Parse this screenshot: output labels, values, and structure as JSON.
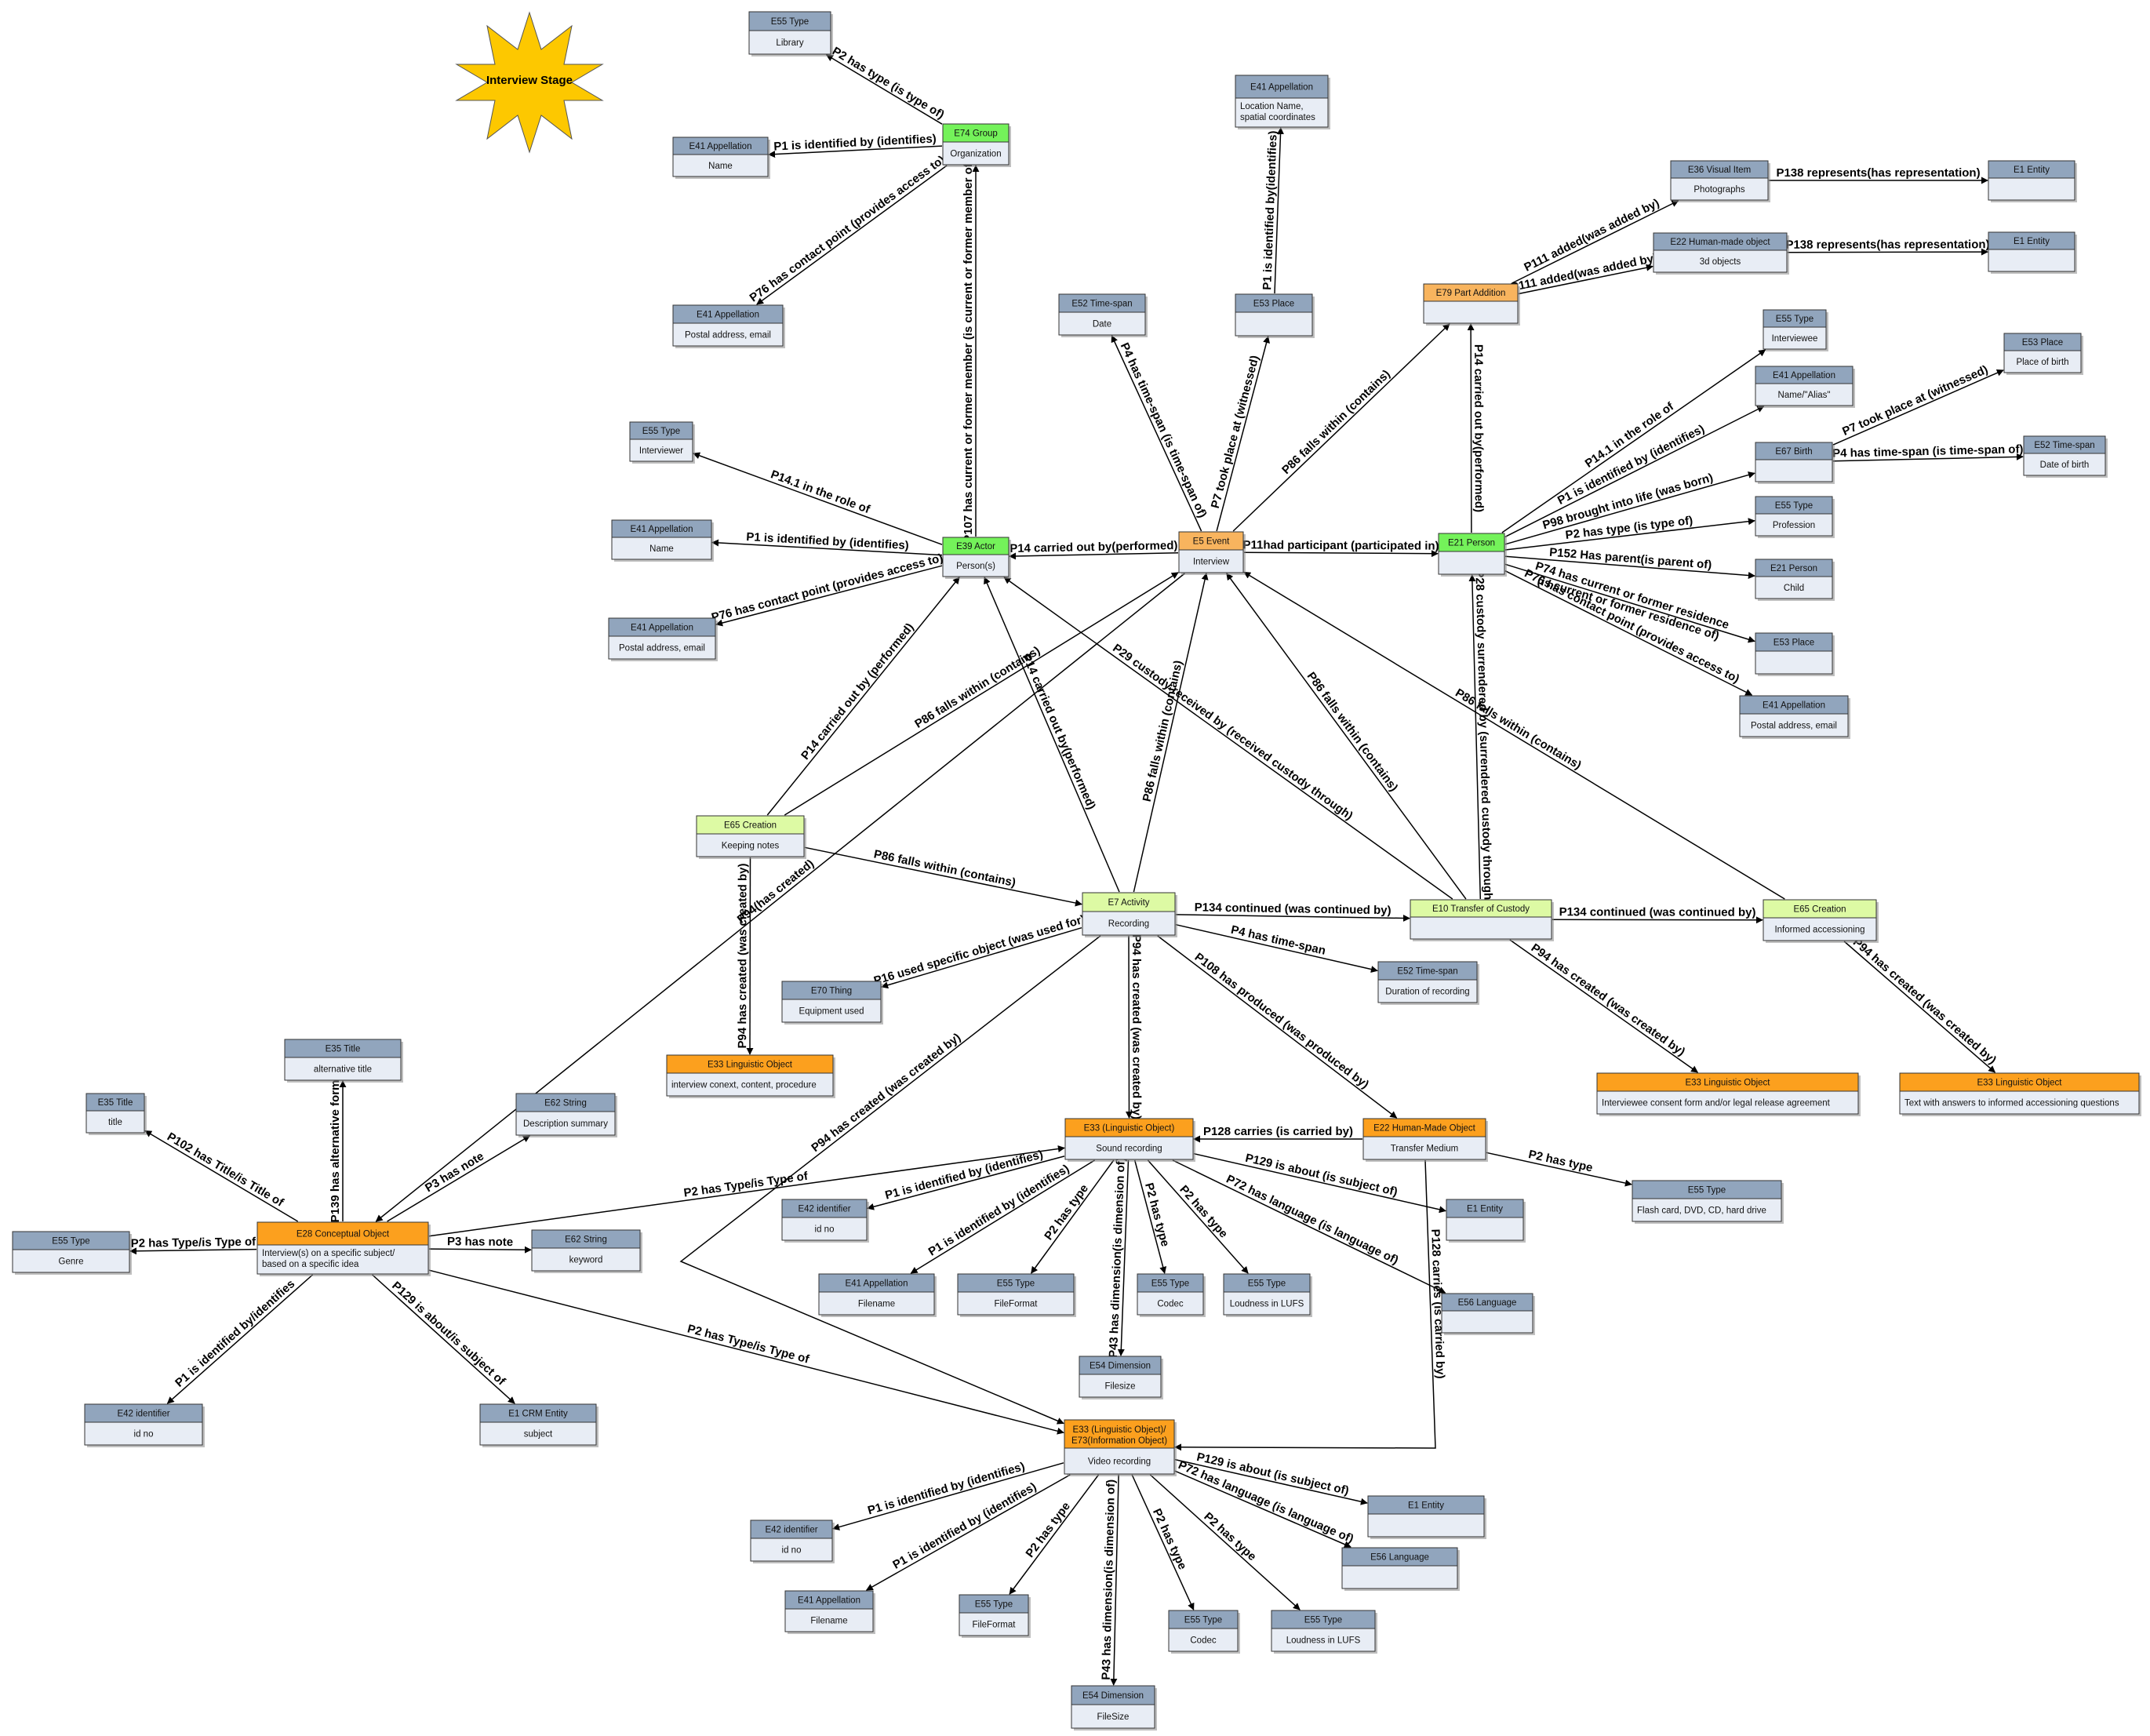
{
  "title": "Interview Stage",
  "colors": {
    "grey": "#91a5bd",
    "green": "#74f25a",
    "lightgreen": "#ddfaa4",
    "orange": "#fca01e",
    "peach": "#f8b45e",
    "body": "#e8edf5",
    "star": "#fdc800"
  },
  "nodes": [
    {
      "id": "type_library",
      "head": "E55 Type",
      "body": [
        "Library"
      ],
      "color": "grey"
    },
    {
      "id": "group",
      "head": "E74 Group",
      "body": [
        "Organization"
      ],
      "color": "green"
    },
    {
      "id": "app_name_g",
      "head": "E41 Appellation",
      "body": [
        "Name"
      ],
      "color": "grey"
    },
    {
      "id": "app_postal_g",
      "head": "E41 Appellation",
      "body": [
        "Postal address, email"
      ],
      "color": "grey"
    },
    {
      "id": "app_location",
      "head": "E41 Appellation",
      "body": [
        "Location Name,",
        "spatial coordinates"
      ],
      "color": "grey"
    },
    {
      "id": "place_e53",
      "head": "E53 Place",
      "body": [
        ""
      ],
      "color": "grey"
    },
    {
      "id": "timespan_date",
      "head": "E52 Time-span",
      "body": [
        "Date"
      ],
      "color": "grey"
    },
    {
      "id": "part_addition",
      "head": "E79 Part Addition",
      "body": [
        ""
      ],
      "color": "peach"
    },
    {
      "id": "visual_item",
      "head": "E36 Visual Item",
      "body": [
        "Photographs"
      ],
      "color": "grey"
    },
    {
      "id": "hmo_3d",
      "head": "E22 Human-made object",
      "body": [
        "3d objects"
      ],
      "color": "grey"
    },
    {
      "id": "entity_1",
      "head": "E1 Entity",
      "body": [
        ""
      ],
      "color": "grey"
    },
    {
      "id": "entity_2",
      "head": "E1 Entity",
      "body": [
        ""
      ],
      "color": "grey"
    },
    {
      "id": "type_interviewer",
      "head": "E55 Type",
      "body": [
        "Interviewer"
      ],
      "color": "grey"
    },
    {
      "id": "app_name_a",
      "head": "E41 Appellation",
      "body": [
        "Name"
      ],
      "color": "grey"
    },
    {
      "id": "app_postal_a",
      "head": "E41 Appellation",
      "body": [
        "Postal address, email"
      ],
      "color": "grey"
    },
    {
      "id": "actor",
      "head": "E39 Actor",
      "body": [
        "Person(s)"
      ],
      "color": "green"
    },
    {
      "id": "event",
      "head": "E5 Event",
      "body": [
        "Interview"
      ],
      "color": "peach"
    },
    {
      "id": "person",
      "head": "E21 Person",
      "body": [
        ""
      ],
      "color": "green"
    },
    {
      "id": "type_interviewee",
      "head": "E55 Type",
      "body": [
        "Interviewee"
      ],
      "color": "grey"
    },
    {
      "id": "app_alias",
      "head": "E41 Appellation",
      "body": [
        "Name/\"Alias\""
      ],
      "color": "grey"
    },
    {
      "id": "birth",
      "head": "E67 Birth",
      "body": [
        ""
      ],
      "color": "grey"
    },
    {
      "id": "place_birth",
      "head": "E53 Place",
      "body": [
        "Place of birth"
      ],
      "color": "grey"
    },
    {
      "id": "timespan_birth",
      "head": "E52 Time-span",
      "body": [
        "Date of birth"
      ],
      "color": "grey"
    },
    {
      "id": "type_profession",
      "head": "E55 Type",
      "body": [
        "Profession"
      ],
      "color": "grey"
    },
    {
      "id": "person_child",
      "head": "E21 Person",
      "body": [
        "Child"
      ],
      "color": "grey"
    },
    {
      "id": "place_res",
      "head": "E53 Place",
      "body": [
        ""
      ],
      "color": "grey"
    },
    {
      "id": "app_postal_p",
      "head": "E41 Appellation",
      "body": [
        "Postal address, email"
      ],
      "color": "grey"
    },
    {
      "id": "creation_notes",
      "head": "E65 Creation",
      "body": [
        "Keeping notes"
      ],
      "color": "lightgreen"
    },
    {
      "id": "activity",
      "head": "E7 Activity",
      "body": [
        "Recording"
      ],
      "color": "lightgreen"
    },
    {
      "id": "transfer",
      "head": "E10 Transfer of Custody",
      "body": [
        ""
      ],
      "color": "lightgreen"
    },
    {
      "id": "creation_informed",
      "head": "E65 Creation",
      "body": [
        "Informed accessioning"
      ],
      "color": "lightgreen"
    },
    {
      "id": "thing",
      "head": "E70 Thing",
      "body": [
        "Equipment used"
      ],
      "color": "grey"
    },
    {
      "id": "timespan_rec",
      "head": "E52 Time-span",
      "body": [
        "Duration of recording"
      ],
      "color": "grey"
    },
    {
      "id": "ling_notes",
      "head": "E33 Linguistic Object",
      "body": [
        "interview conext, content, procedure"
      ],
      "color": "orange"
    },
    {
      "id": "ling_consent",
      "head": "E33 Linguistic Object",
      "body": [
        "Interviewee consent form and/or legal release agreement"
      ],
      "color": "orange"
    },
    {
      "id": "ling_answers",
      "head": "E33 Linguistic Object",
      "body": [
        "Text with answers to informed accessioning questions"
      ],
      "color": "orange"
    },
    {
      "id": "title_alt",
      "head": "E35 Title",
      "body": [
        "alternative title"
      ],
      "color": "grey"
    },
    {
      "id": "title_main",
      "head": "E35 Title",
      "body": [
        "title"
      ],
      "color": "grey"
    },
    {
      "id": "string_desc",
      "head": "E62 String",
      "body": [
        "Description summary"
      ],
      "color": "grey"
    },
    {
      "id": "type_genre",
      "head": "E55 Type",
      "body": [
        "Genre"
      ],
      "color": "grey"
    },
    {
      "id": "conceptual",
      "head": "E28 Conceptual Object",
      "body": [
        "Interview(s) on a specific subject/",
        "based on a specific idea"
      ],
      "color": "orange"
    },
    {
      "id": "string_kw",
      "head": "E62 String",
      "body": [
        "keyword"
      ],
      "color": "grey"
    },
    {
      "id": "id_conc",
      "head": "E42 identifier",
      "body": [
        "id no"
      ],
      "color": "grey"
    },
    {
      "id": "crm_entity",
      "head": "E1 CRM Entity",
      "body": [
        "subject"
      ],
      "color": "grey"
    },
    {
      "id": "sound",
      "head": "E33 (Linguistic Object)",
      "body": [
        "Sound recording"
      ],
      "color": "orange"
    },
    {
      "id": "hmo_medium",
      "head": "E22 Human-Made Object",
      "body": [
        "Transfer Medium"
      ],
      "color": "orange"
    },
    {
      "id": "type_flash",
      "head": "E55 Type",
      "body": [
        "Flash card, DVD, CD, hard drive"
      ],
      "color": "grey"
    },
    {
      "id": "id_sound",
      "head": "E42 identifier",
      "body": [
        "id no"
      ],
      "color": "grey"
    },
    {
      "id": "entity_sound",
      "head": "E1 Entity",
      "body": [
        ""
      ],
      "color": "grey"
    },
    {
      "id": "app_filename_s",
      "head": "E41 Appellation",
      "body": [
        "Filename"
      ],
      "color": "grey"
    },
    {
      "id": "type_format_s",
      "head": "E55 Type",
      "body": [
        "FileFormat"
      ],
      "color": "grey"
    },
    {
      "id": "type_codec_s",
      "head": "E55 Type",
      "body": [
        "Codec"
      ],
      "color": "grey"
    },
    {
      "id": "type_lufs_s",
      "head": "E55 Type",
      "body": [
        "Loudness in LUFS"
      ],
      "color": "grey"
    },
    {
      "id": "lang_sound",
      "head": "E56 Language",
      "body": [
        ""
      ],
      "color": "grey"
    },
    {
      "id": "dim_sound",
      "head": "E54 Dimension",
      "body": [
        "Filesize"
      ],
      "color": "grey"
    },
    {
      "id": "video",
      "head": "E33 (Linguistic Object)/",
      "head2": "E73(Information Object)",
      "body": [
        "Video recording"
      ],
      "color": "orange"
    },
    {
      "id": "id_video",
      "head": "E42 identifier",
      "body": [
        "id no"
      ],
      "color": "grey"
    },
    {
      "id": "entity_video",
      "head": "E1 Entity",
      "body": [
        ""
      ],
      "color": "grey"
    },
    {
      "id": "lang_video",
      "head": "E56 Language",
      "body": [
        ""
      ],
      "color": "grey"
    },
    {
      "id": "app_filename_v",
      "head": "E41 Appellation",
      "body": [
        "Filename"
      ],
      "color": "grey"
    },
    {
      "id": "type_format_v",
      "head": "E55 Type",
      "body": [
        "FileFormat"
      ],
      "color": "grey"
    },
    {
      "id": "type_codec_v",
      "head": "E55 Type",
      "body": [
        "Codec"
      ],
      "color": "grey"
    },
    {
      "id": "type_lufs_v",
      "head": "E55 Type",
      "body": [
        "Loudness in LUFS"
      ],
      "color": "grey"
    },
    {
      "id": "dim_video",
      "head": "E54 Dimension",
      "body": [
        "FileSize"
      ],
      "color": "grey"
    }
  ],
  "edges": [
    {
      "from": "group",
      "to": "type_library",
      "label": "P2 has type (is type of)"
    },
    {
      "from": "group",
      "to": "app_name_g",
      "label": "P1 is identified by (identifies)"
    },
    {
      "from": "group",
      "to": "app_postal_g",
      "label": "P76 has contact point (provides access to)"
    },
    {
      "from": "actor",
      "to": "group",
      "label": "P107 has current or former member (is current or former member of)"
    },
    {
      "from": "actor",
      "to": "type_interviewer",
      "label": "P14.1 in the role of"
    },
    {
      "from": "actor",
      "to": "app_name_a",
      "label": "P1 is identified by (identifies)"
    },
    {
      "from": "actor",
      "to": "app_postal_a",
      "label": "P76 has contact point (provides access to)"
    },
    {
      "from": "event",
      "to": "actor",
      "label": "P14 carried out by(performed)"
    },
    {
      "from": "event",
      "to": "timespan_date",
      "label": "P4 has time-span (is time-span of)"
    },
    {
      "from": "event",
      "to": "place_e53",
      "label": "P7 took place at (witnessed)"
    },
    {
      "from": "place_e53",
      "to": "app_location",
      "label": "P1 is identified by(identifies)"
    },
    {
      "from": "event",
      "to": "part_addition",
      "label": "P86 falls within (contains)"
    },
    {
      "from": "event",
      "to": "person",
      "label": "P11had participant (participated in)"
    },
    {
      "from": "part_addition",
      "to": "visual_item",
      "label": "P111 added(was added by)"
    },
    {
      "from": "part_addition",
      "to": "hmo_3d",
      "label": "P111 added(was added by)"
    },
    {
      "from": "visual_item",
      "to": "entity_1",
      "label": "P138 represents(has representation)"
    },
    {
      "from": "hmo_3d",
      "to": "entity_2",
      "label": "P138 represents(has representation)"
    },
    {
      "from": "person",
      "to": "part_addition",
      "label": "P14 carried out by(performed)"
    },
    {
      "from": "person",
      "to": "type_interviewee",
      "label": "P14.1 in the role of"
    },
    {
      "from": "person",
      "to": "app_alias",
      "label": "P1 is identified by (identifies)"
    },
    {
      "from": "person",
      "to": "birth",
      "label": "P98 brought into life (was born)"
    },
    {
      "from": "birth",
      "to": "place_birth",
      "label": "P7 took place at (witnessed)"
    },
    {
      "from": "birth",
      "to": "timespan_birth",
      "label": "P4 has time-span (is time-span of)"
    },
    {
      "from": "person",
      "to": "type_profession",
      "label": "P2 has type (is type of)"
    },
    {
      "from": "person",
      "to": "person_child",
      "label": "P152 Has parent(is parent of)"
    },
    {
      "from": "person",
      "to": "place_res",
      "label": "P74 has current or former residence",
      "label2": "(is current or former residence of)"
    },
    {
      "from": "person",
      "to": "app_postal_p",
      "label": "P76 has contact point (provides access to)"
    },
    {
      "from": "transfer",
      "to": "person",
      "label": "P28 custody surrendered by (surrendered custody through)"
    },
    {
      "from": "transfer",
      "to": "actor",
      "label": "P29 custody received by (received custody through)"
    },
    {
      "from": "transfer",
      "to": "event",
      "label": "P86 falls within (contains)"
    },
    {
      "from": "creation_informed",
      "to": "event",
      "label": "P86 falls within (contains)"
    },
    {
      "from": "creation_notes",
      "to": "actor",
      "label": "P14 carried out by (performed)"
    },
    {
      "from": "creation_notes",
      "to": "event",
      "label": "P86 falls within (contains)"
    },
    {
      "from": "creation_notes",
      "to": "activity",
      "label": "P86 falls within (contains)"
    },
    {
      "from": "creation_notes",
      "to": "ling_notes",
      "label": "P94 has created (was created by)"
    },
    {
      "from": "activity",
      "to": "actor",
      "label": "P14 carried out by(performed)"
    },
    {
      "from": "activity",
      "to": "event",
      "label": "P86 falls within (contains)"
    },
    {
      "from": "activity",
      "to": "transfer",
      "label": "P134 continued (was continued by)"
    },
    {
      "from": "transfer",
      "to": "creation_informed",
      "label": "P134 continued (was continued by)"
    },
    {
      "from": "activity",
      "to": "thing",
      "label": "P16 used specific object (was used for)"
    },
    {
      "from": "activity",
      "to": "timespan_rec",
      "label": "P4 has time-span"
    },
    {
      "from": "activity",
      "to": "sound",
      "label": "P94 has created (was created by)"
    },
    {
      "from": "activity",
      "to": "hmo_medium",
      "label": "P108 has produced (was produced by)"
    },
    {
      "from": "activity",
      "to": "video",
      "label": "P94 has created (was created by)"
    },
    {
      "from": "transfer",
      "to": "ling_consent",
      "label": "P94 has created (was created by)"
    },
    {
      "from": "creation_informed",
      "to": "ling_answers",
      "label": "P94 has created (was created by)"
    },
    {
      "from": "event",
      "to": "conceptual",
      "label": "P94(has created)"
    },
    {
      "from": "conceptual",
      "to": "title_alt",
      "label": "P139 has alternative form"
    },
    {
      "from": "conceptual",
      "to": "title_main",
      "label": "P102 has Title/is Title of"
    },
    {
      "from": "conceptual",
      "to": "string_desc",
      "label": "P3 has note"
    },
    {
      "from": "conceptual",
      "to": "type_genre",
      "label": "P2 has Type/is Type of"
    },
    {
      "from": "conceptual",
      "to": "string_kw",
      "label": "P3 has note"
    },
    {
      "from": "conceptual",
      "to": "id_conc",
      "label": "P1 is identified by/identifies"
    },
    {
      "from": "conceptual",
      "to": "crm_entity",
      "label": "P129 is about/is subject of"
    },
    {
      "from": "conceptual",
      "to": "sound",
      "label": "P2 has Type/is Type of"
    },
    {
      "from": "conceptual",
      "to": "video",
      "label": "P2 has Type/is Type of"
    },
    {
      "from": "hmo_medium",
      "to": "sound",
      "label": "P128 carries (is carried by)"
    },
    {
      "from": "hmo_medium",
      "to": "video",
      "label": "P128 carries (is carried by)"
    },
    {
      "from": "hmo_medium",
      "to": "type_flash",
      "label": "P2 has type"
    },
    {
      "from": "sound",
      "to": "id_sound",
      "label": "P1 is identified by (identifies)"
    },
    {
      "from": "sound",
      "to": "entity_sound",
      "label": "P129 is about (is subject of)"
    },
    {
      "from": "sound",
      "to": "app_filename_s",
      "label": "P1 is identified by (identifies)"
    },
    {
      "from": "sound",
      "to": "type_format_s",
      "label": "P2 has type"
    },
    {
      "from": "sound",
      "to": "dim_sound",
      "label": "P43 has dimension(is dimension of)"
    },
    {
      "from": "sound",
      "to": "type_codec_s",
      "label": "P2 has type"
    },
    {
      "from": "sound",
      "to": "type_lufs_s",
      "label": "P2 has type"
    },
    {
      "from": "sound",
      "to": "lang_sound",
      "label": "P72 has language (is language of)"
    },
    {
      "from": "video",
      "to": "id_video",
      "label": "P1 is identified by (identifies)"
    },
    {
      "from": "video",
      "to": "entity_video",
      "label": "P129 is about (is subject of)"
    },
    {
      "from": "video",
      "to": "lang_video",
      "label": "P72 has language (is language of)"
    },
    {
      "from": "video",
      "to": "app_filename_v",
      "label": "P1 is identified by (identifies)"
    },
    {
      "from": "video",
      "to": "type_format_v",
      "label": "P2 has type"
    },
    {
      "from": "video",
      "to": "dim_video",
      "label": "P43 has dimension(is dimension of)"
    },
    {
      "from": "video",
      "to": "type_codec_v",
      "label": "P2 has type"
    },
    {
      "from": "video",
      "to": "type_lufs_v",
      "label": "P2 has type"
    }
  ]
}
